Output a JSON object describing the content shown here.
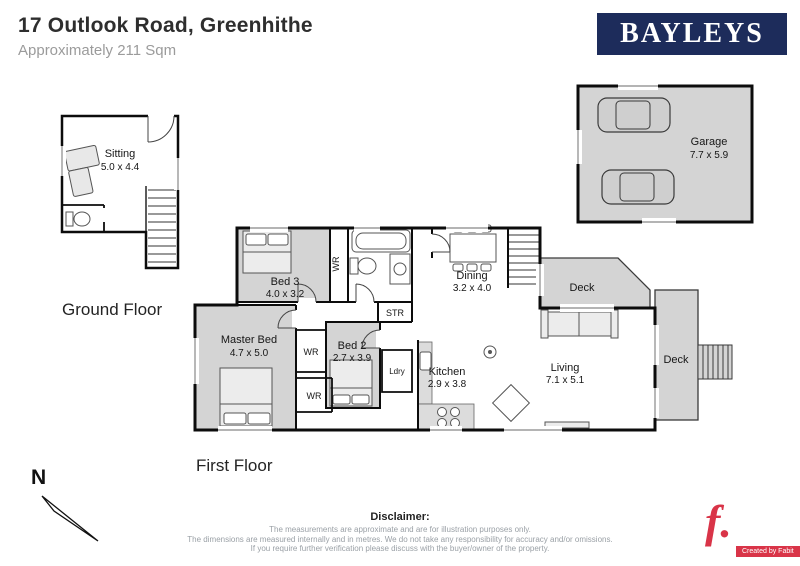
{
  "header": {
    "title": "17 Outlook Road, Greenhithe",
    "subtitle": "Approximately 211 Sqm"
  },
  "brand": {
    "logo_text": "BAYLEYS"
  },
  "floor_labels": {
    "ground": "Ground Floor",
    "first": "First Floor"
  },
  "compass": {
    "north_label": "N"
  },
  "rooms": {
    "sitting": {
      "name": "Sitting",
      "dims": "5.0 x 4.4"
    },
    "garage": {
      "name": "Garage",
      "dims": "7.7 x 5.9"
    },
    "bed3": {
      "name": "Bed 3",
      "dims": "4.0 x 3.2"
    },
    "dining": {
      "name": "Dining",
      "dims": "3.2 x 4.0"
    },
    "deck_upper": {
      "name": "Deck"
    },
    "deck_side": {
      "name": "Deck"
    },
    "master_bed": {
      "name": "Master Bed",
      "dims": "4.7 x 5.0"
    },
    "bed2": {
      "name": "Bed 2",
      "dims": "2.7 x 3.9"
    },
    "kitchen": {
      "name": "Kitchen",
      "dims": "2.9 x 3.8"
    },
    "living": {
      "name": "Living",
      "dims": "7.1 x 5.1"
    },
    "wardrobe_bed3": {
      "name": "WR"
    },
    "wardrobe_master": {
      "name": "WR"
    },
    "wardrobe_hall": {
      "name": "WR"
    },
    "storage": {
      "name": "STR"
    },
    "laundry": {
      "name": "Ldry"
    }
  },
  "disclaimer": {
    "heading": "Disclaimer:",
    "lines": [
      "The measurements are approximate and are for illustration purposes only.",
      "The dimensions are measured internally and in metres. We do not take any responsibility for accuracy and/or omissions.",
      "If you require further verification please discuss with the buyer/owner of the property."
    ]
  },
  "credit": {
    "logo_text": "f.",
    "label": "Created by Fabit"
  },
  "colors": {
    "brand_navy": "#1d2c5b",
    "accent_red": "#d93448",
    "room_fill": "#d4d4d4",
    "wall": "#0c0c0c"
  }
}
